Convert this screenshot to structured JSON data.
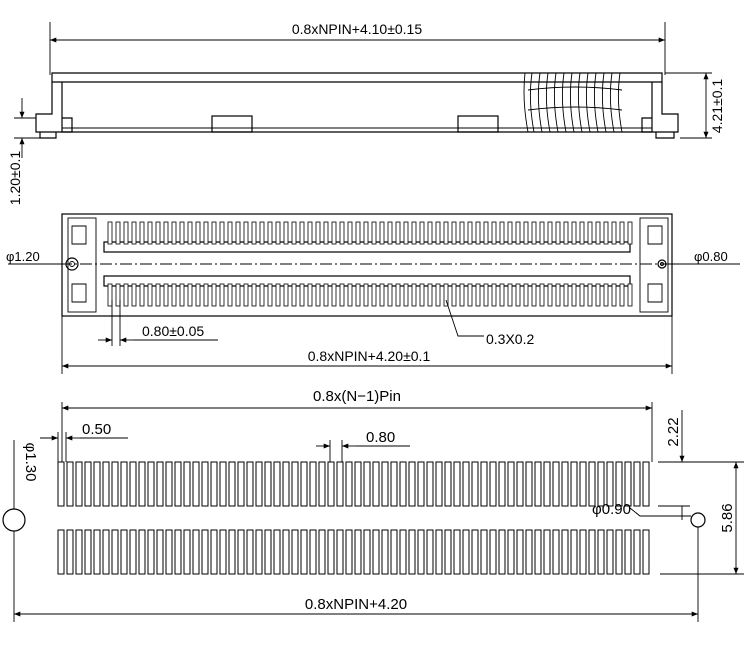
{
  "side_view": {
    "dim_top": "0.8xNPIN+4.10±0.15",
    "dim_height_right": "4.21±0.1",
    "dim_height_left": "1.20±0.1"
  },
  "top_view": {
    "hole_left": "φ1.20",
    "hole_right": "φ0.80",
    "pitch": "0.80±0.05",
    "pin_size": "0.3X0.2",
    "dim_overall": "0.8xNPIN+4.20±0.1"
  },
  "footprint": {
    "dim_pin_span": "0.8x(N−1)Pin",
    "pad_width": "0.50",
    "pad_pitch": "0.80",
    "pad_height": "2.22",
    "hole_left": "φ1.30",
    "hole_right": "φ0.90",
    "row_span": "5.86",
    "dim_overall": "0.8xNPIN+4.20"
  }
}
